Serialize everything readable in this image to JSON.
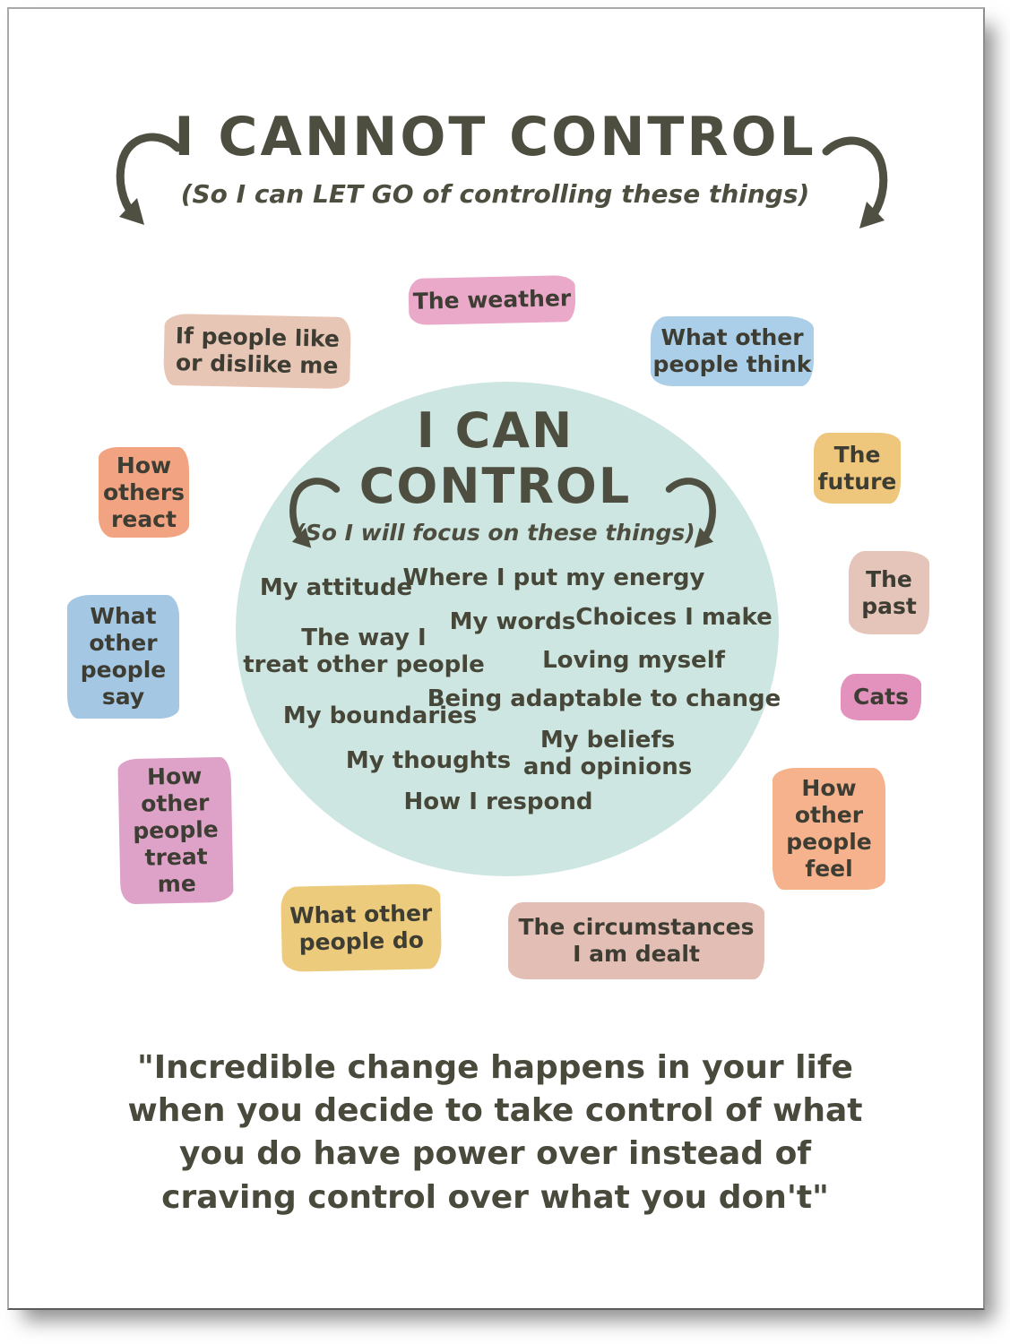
{
  "cannot_section": {
    "title": "I CANNOT CONTROL",
    "subtitle": "(So I can LET GO of controlling these things)",
    "items": [
      {
        "label": "The weather",
        "color": "#eaa9c9"
      },
      {
        "label": "If people like\nor dislike me",
        "color": "#e8c6b6"
      },
      {
        "label": "What other\npeople think",
        "color": "#accfe9"
      },
      {
        "label": "How\nothers\nreact",
        "color": "#f2a482"
      },
      {
        "label": "The\nfuture",
        "color": "#efc77c"
      },
      {
        "label": "What\nother\npeople\nsay",
        "color": "#a4c7e4"
      },
      {
        "label": "The\npast",
        "color": "#e5c5ba"
      },
      {
        "label": "Cats",
        "color": "#e292bd"
      },
      {
        "label": "How\nother\npeople\ntreat\nme",
        "color": "#dea2c9"
      },
      {
        "label": "How\nother\npeople\nfeel",
        "color": "#f5b28c"
      },
      {
        "label": "What other\npeople do",
        "color": "#edcb7d"
      },
      {
        "label": "The circumstances\nI am dealt",
        "color": "#e3beb4"
      }
    ]
  },
  "can_section": {
    "title": "I CAN\nCONTROL",
    "subtitle": "(So I will focus on these things)",
    "circle_color": "#cde6e1",
    "items": [
      "My attitude",
      "Where I put my energy",
      "My words",
      "Choices I make",
      "The way I\ntreat other people",
      "Loving myself",
      "Being adaptable to change",
      "My boundaries",
      "My thoughts",
      "My beliefs\nand opinions",
      "How I respond"
    ]
  },
  "quote": "\"Incredible change happens in your life\nwhen you decide to take control of what\nyou do have power over instead of\ncraving control over what you don't\"",
  "colors": {
    "ink": "#4e4e40",
    "circle": "#cde6e1",
    "page": "#ffffff"
  }
}
